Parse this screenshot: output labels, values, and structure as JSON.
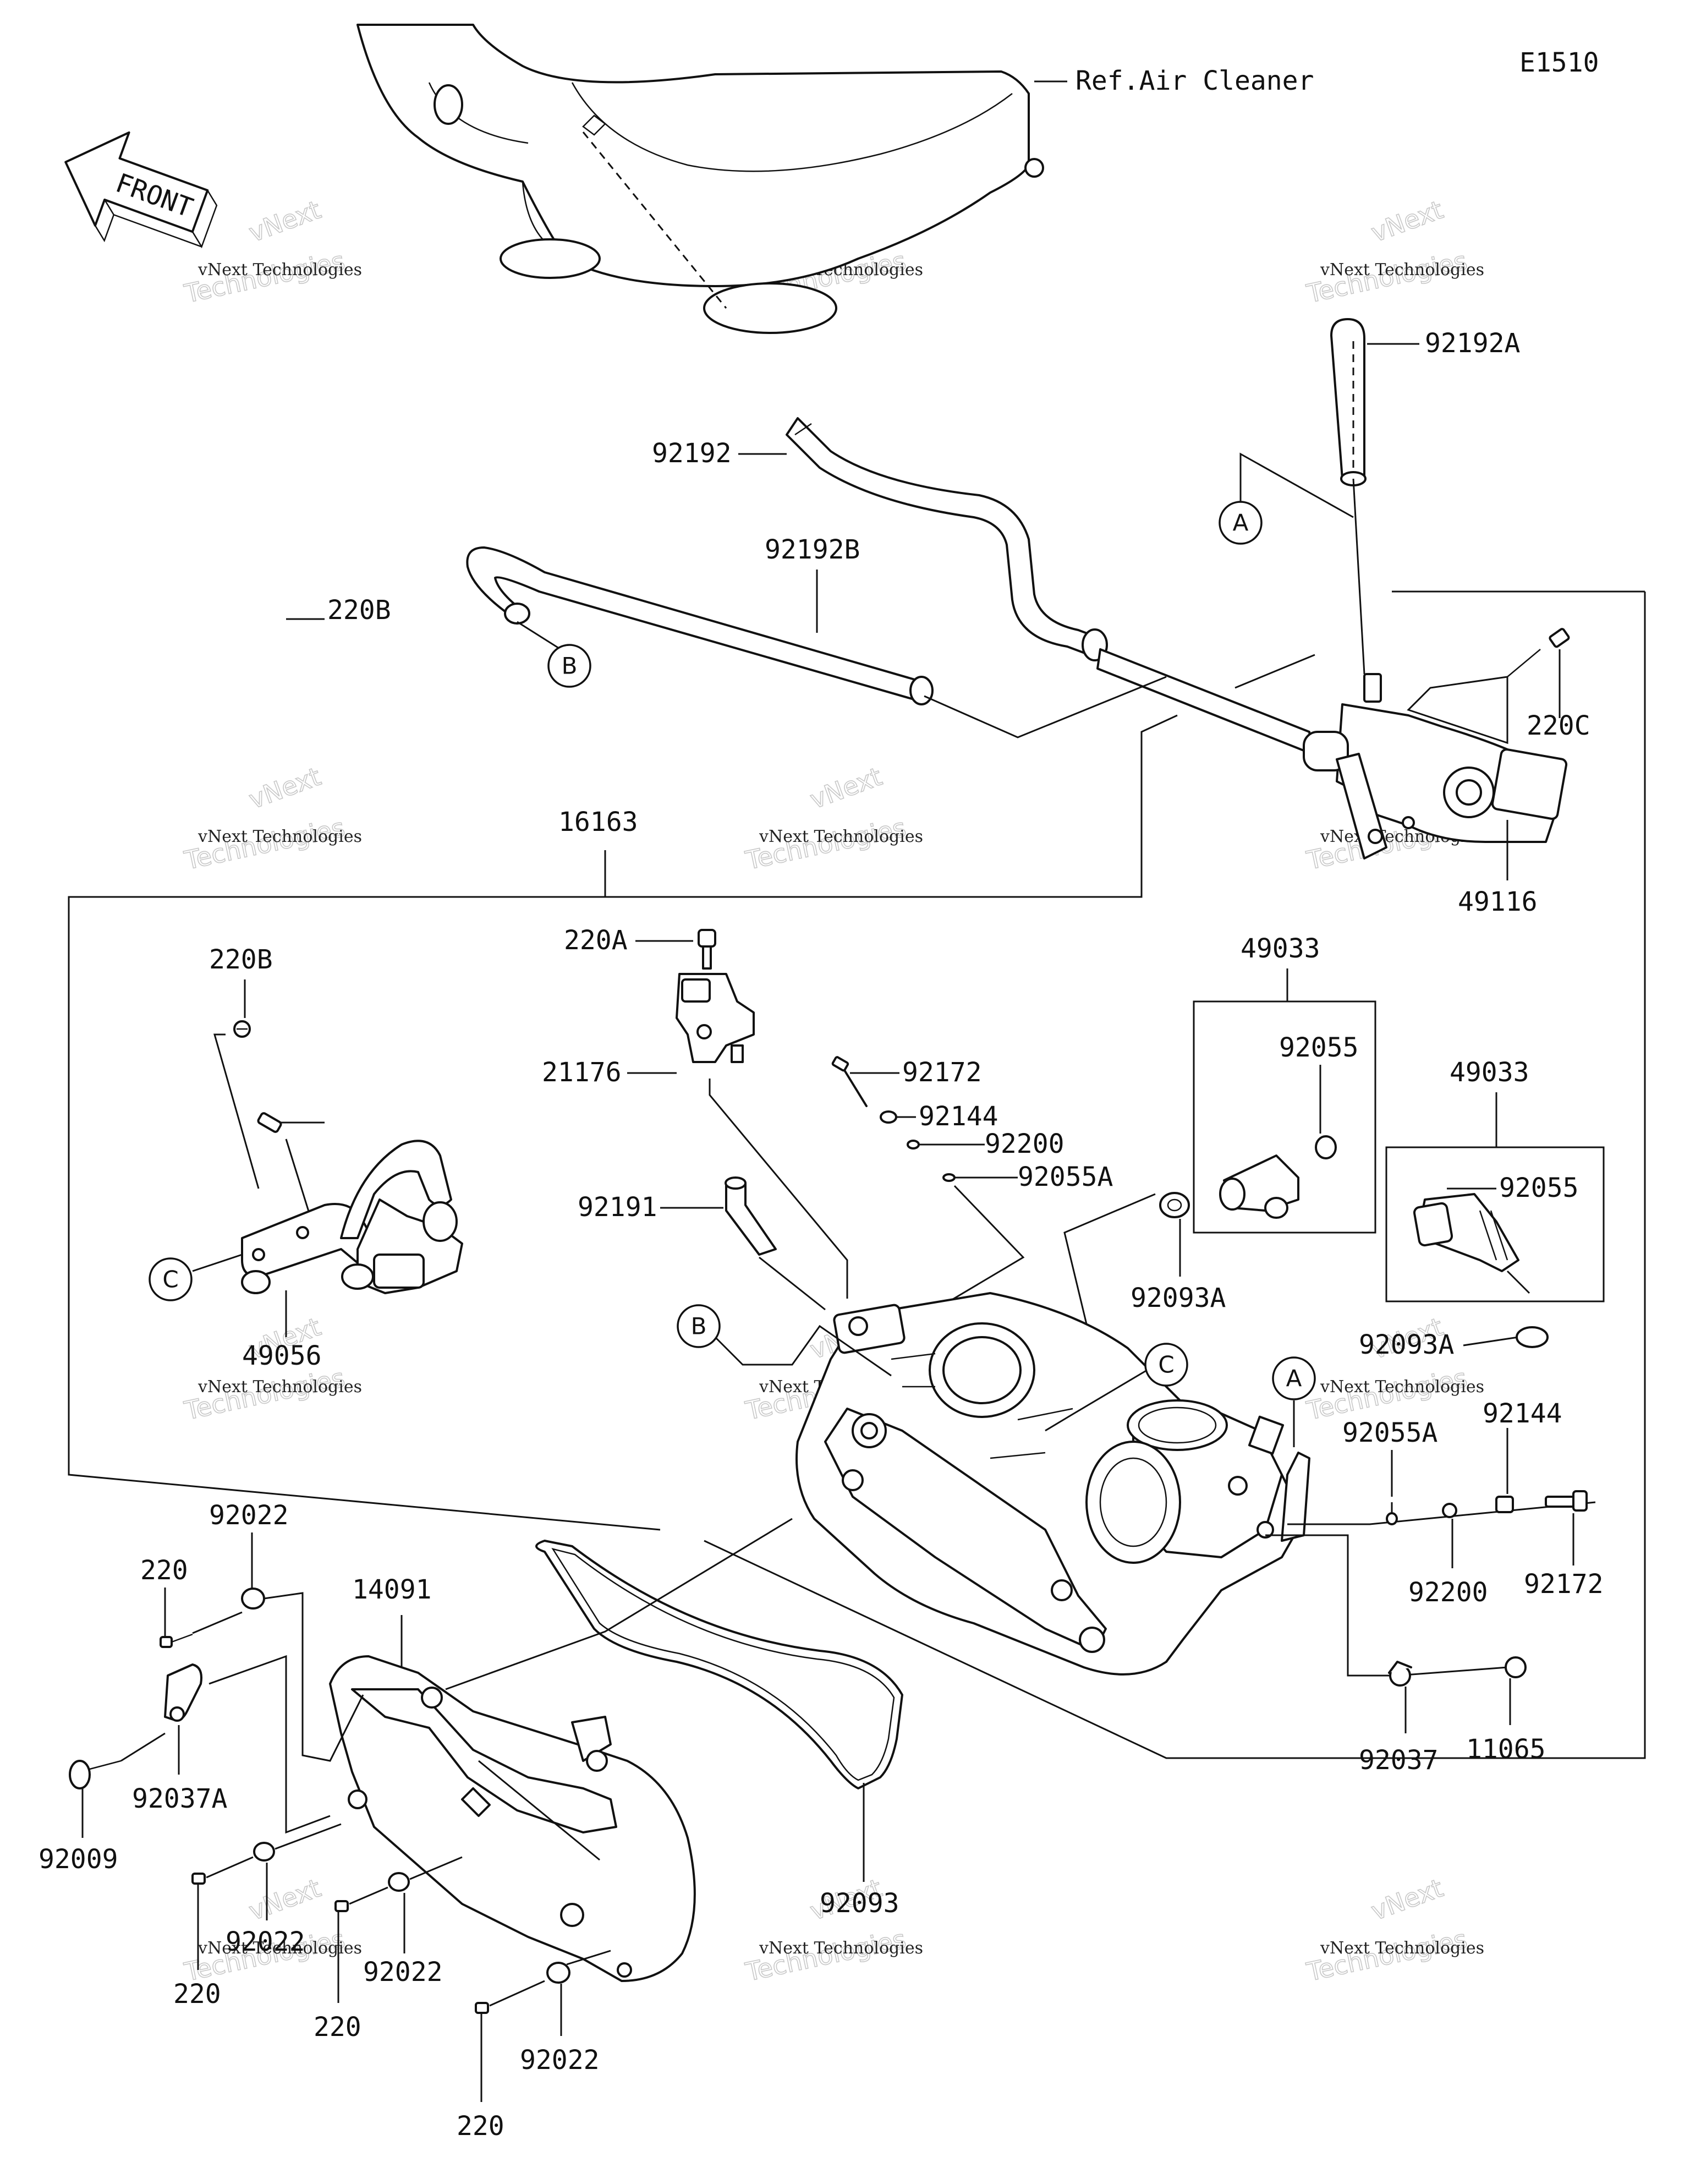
{
  "diagram_code": "E1510",
  "reference_label": "Ref.Air Cleaner",
  "front_arrow_label": "FRONT",
  "watermark": {
    "line1": "vNext Technologies",
    "line2": "vNext",
    "line3": "Technologies"
  },
  "callouts": {
    "A": "A",
    "B": "B",
    "C": "C"
  },
  "parts": {
    "p92192A": "92192A",
    "p92192": "92192",
    "p92192B": "92192B",
    "p220C": "220C",
    "p49116": "49116",
    "p16163": "16163",
    "p220A": "220A",
    "p21176": "21176",
    "p220B_1": "220B",
    "p220B_2": "220B",
    "p49056": "49056",
    "p92191": "92191",
    "p92172_1": "92172",
    "p92144_1": "92144",
    "p92200_1": "92200",
    "p92055A_1": "92055A",
    "p49033_1": "49033",
    "p92055_1": "92055",
    "p49033_2": "49033",
    "p92055_2": "92055",
    "p92093A_1": "92093A",
    "p92093A_2": "92093A",
    "p92055A_2": "92055A",
    "p92144_2": "92144",
    "p92200_2": "92200",
    "p92172_2": "92172",
    "p92037": "92037",
    "p11065": "11065",
    "p92022_1": "92022",
    "p220_1": "220",
    "p14091": "14091",
    "p92037A": "92037A",
    "p92009": "92009",
    "p92022_2": "92022",
    "p220_2": "220",
    "p220_3": "220",
    "p92022_3": "92022",
    "p92093": "92093",
    "p92022_4": "92022",
    "p220_4": "220"
  }
}
